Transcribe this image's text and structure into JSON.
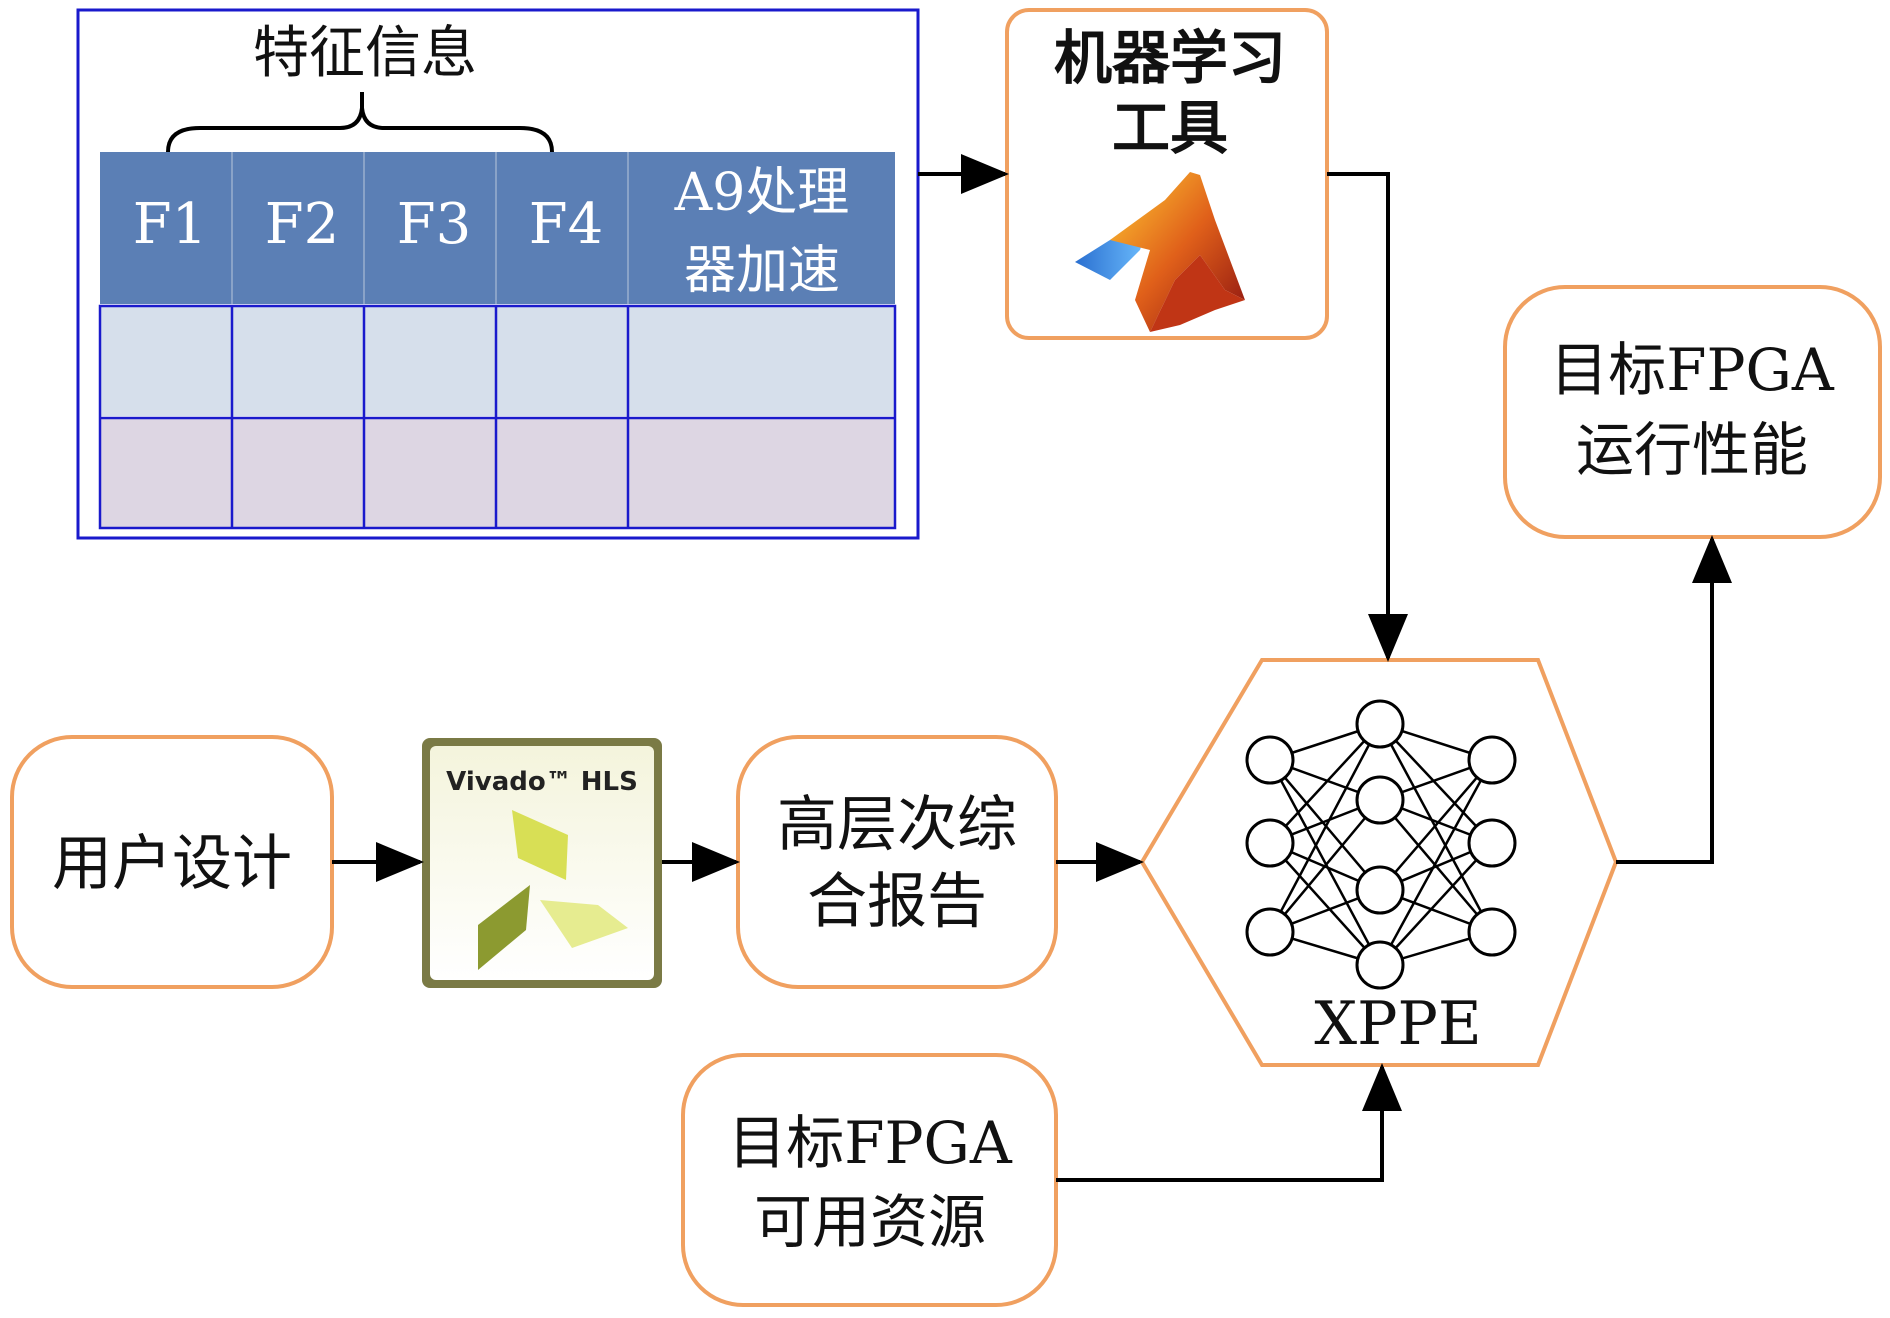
{
  "feature_table": {
    "title": "特征信息",
    "headers": [
      "F1",
      "F2",
      "F3",
      "F4"
    ],
    "last_header": [
      "A9处理",
      "器加速"
    ]
  },
  "ml_tool": {
    "lines": [
      "机器学习",
      "工具"
    ],
    "icon": "matlab-logo-icon"
  },
  "target_perf": {
    "lines": [
      "目标FPGA",
      "运行性能"
    ]
  },
  "user_design": {
    "label": "用户设计"
  },
  "vivado": {
    "label": "Vivado™ HLS",
    "icon": "vivado-hls-logo-icon"
  },
  "hls_report": {
    "lines": [
      "高层次综",
      "合报告"
    ]
  },
  "xppe": {
    "label": "XPPE",
    "icon": "neural-network-icon"
  },
  "target_resources": {
    "lines": [
      "目标FPGA",
      "可用资源"
    ]
  },
  "colors": {
    "box_border": "#f0a060",
    "table_border": "#1a1acc",
    "table_header": "#5b7fb5",
    "row1": "#d6dfeb",
    "row2": "#ddd6e3"
  }
}
